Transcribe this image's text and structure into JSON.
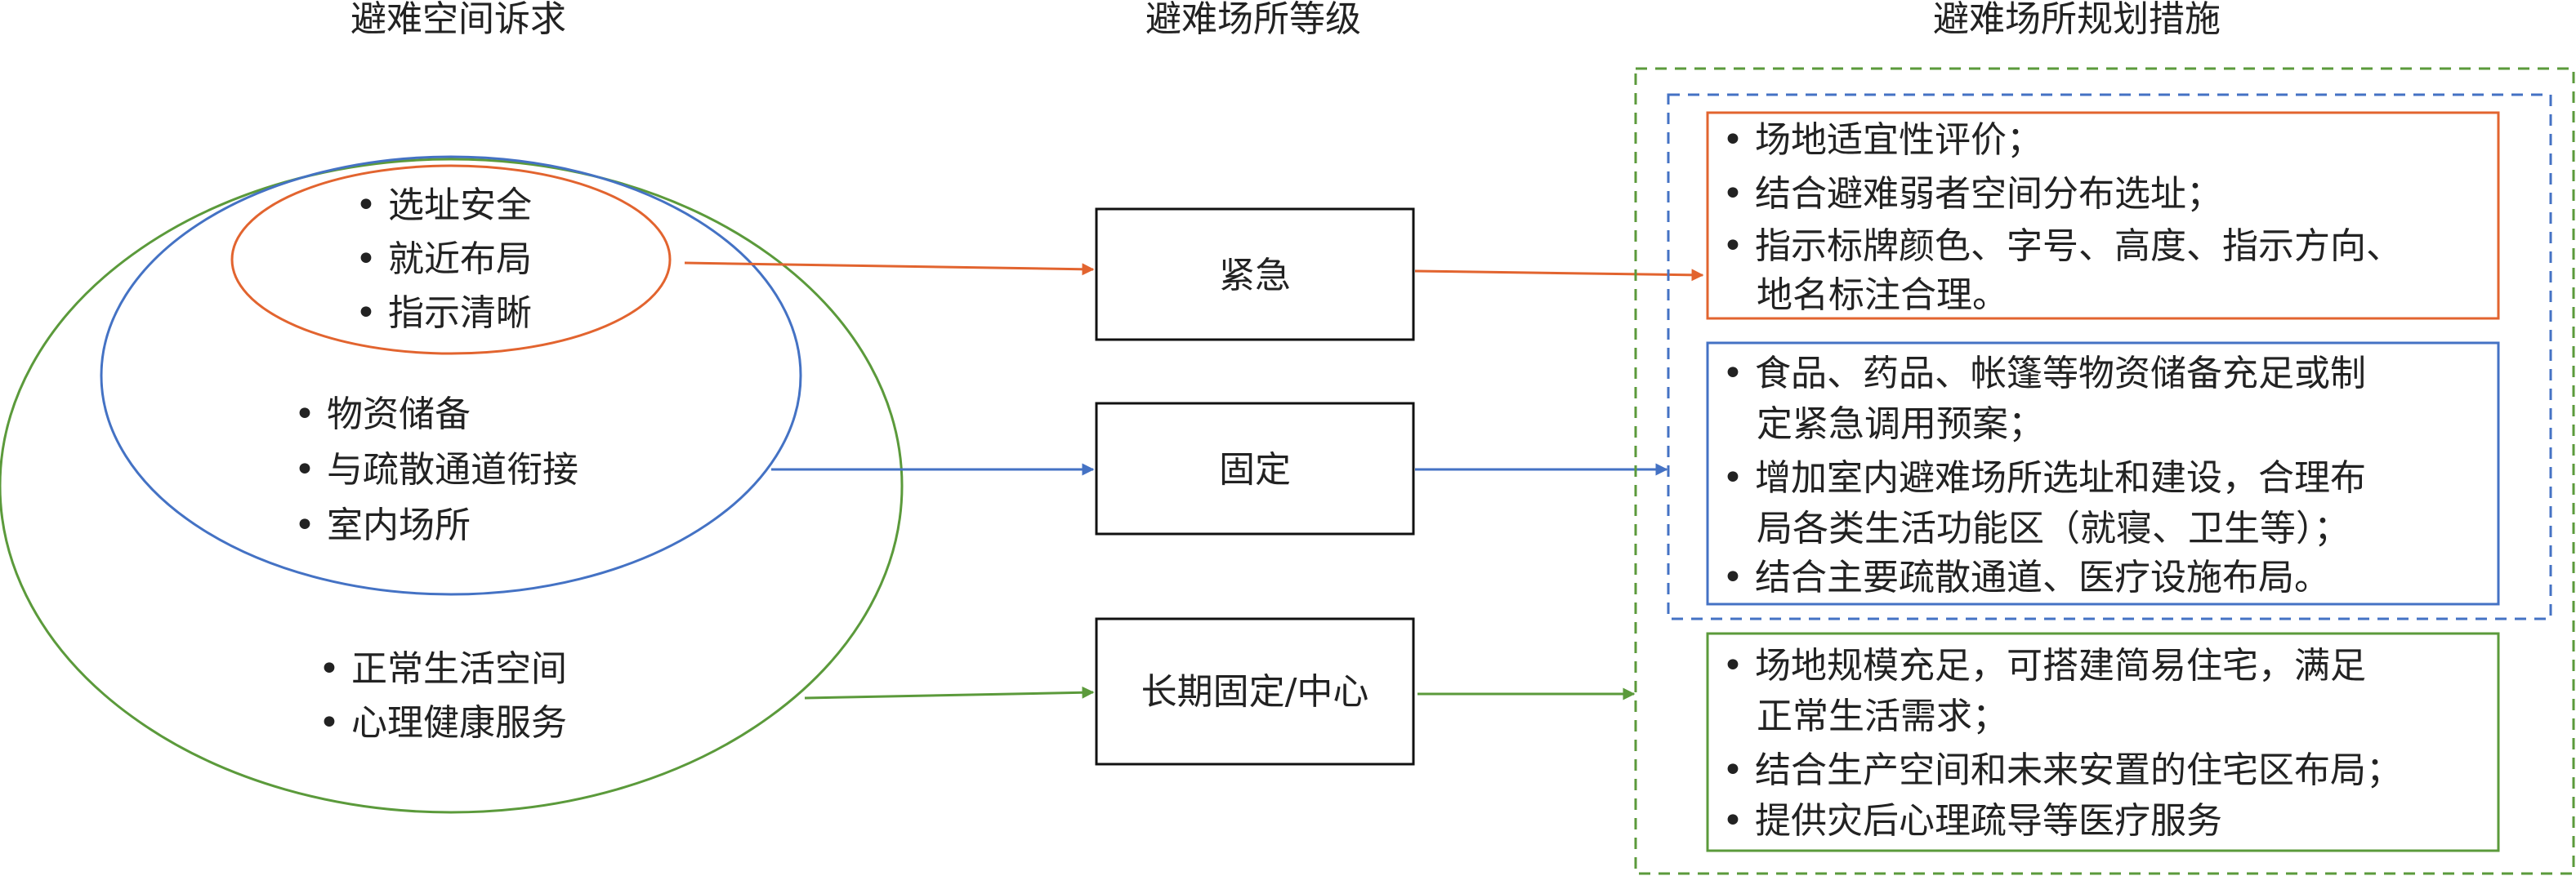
{
  "titles": {
    "needs": "避难空间诉求",
    "levels": "避难场所等级",
    "measures": "避难场所规划措施"
  },
  "needs": {
    "emergency": [
      "选址安全",
      "就近布局",
      "指示清晰"
    ],
    "fixed": [
      "物资储备",
      "与疏散通道衔接",
      "室内场所"
    ],
    "longterm": [
      "正常生活空间",
      "心理健康服务"
    ]
  },
  "levels": {
    "emergency": "紧急",
    "fixed": "固定",
    "longterm": "长期固定/中心"
  },
  "measures": {
    "emergency": [
      [
        "场地适宜性评价；"
      ],
      [
        "结合避难弱者空间分布选址；"
      ],
      [
        "指示标牌颜色、字号、高度、指示方向、",
        "地名标注合理。"
      ]
    ],
    "fixed": [
      [
        "食品、药品、帐篷等物资储备充足或制",
        "定紧急调用预案；"
      ],
      [
        "增加室内避难场所选址和建设，合理布",
        "局各类生活功能区（就寝、卫生等）；"
      ],
      [
        "结合主要疏散通道、医疗设施布局。"
      ]
    ],
    "longterm": [
      [
        "场地规模充足，可搭建简易住宅，满足",
        "正常生活需求；"
      ],
      [
        "结合生产空间和未来安置的住宅区布局；"
      ],
      [
        "提供灾后心理疏导等医疗服务"
      ]
    ]
  },
  "colors": {
    "emergency": "#e2642f",
    "fixed": "#4472c4",
    "longterm": "#5b9a3b"
  }
}
